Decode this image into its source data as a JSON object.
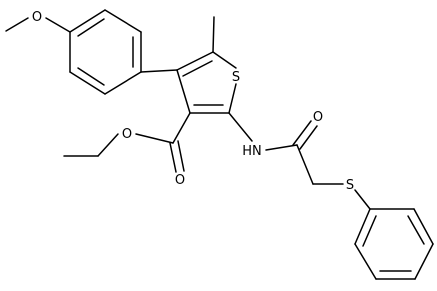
{
  "molecule": {
    "atoms": {
      "methoxy_o": "O",
      "ring_s": "S",
      "carbonyl_o_amide": "O",
      "amide_nh": "HN",
      "ester_o_ether": "O",
      "ester_o_carbonyl": "O",
      "thioether_s": "S"
    }
  },
  "colors": {
    "bond": "#000000",
    "label": "#000000",
    "background": "#ffffff"
  }
}
